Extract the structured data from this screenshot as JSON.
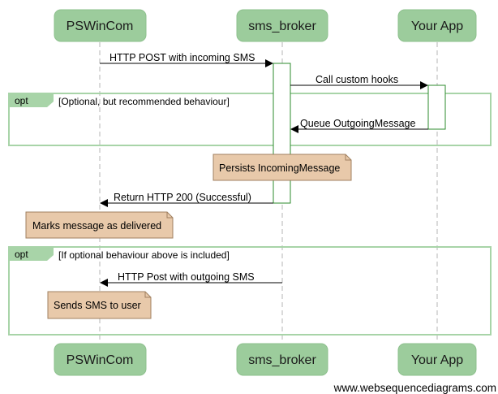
{
  "diagram": {
    "actors": [
      {
        "id": "pswincom",
        "label": "PSWinCom"
      },
      {
        "id": "sms_broker",
        "label": "sms_broker"
      },
      {
        "id": "your_app",
        "label": "Your App"
      }
    ],
    "messages": [
      {
        "id": "m1",
        "from": "pswincom",
        "to": "sms_broker",
        "label": "HTTP POST with incoming SMS"
      },
      {
        "id": "m2",
        "from": "sms_broker",
        "to": "your_app",
        "label": "Call custom hooks"
      },
      {
        "id": "m3",
        "from": "your_app",
        "to": "sms_broker",
        "label": "Queue OutgoingMessage"
      },
      {
        "id": "m4",
        "from": "sms_broker",
        "to": "pswincom",
        "label": "Return HTTP 200 (Successful)"
      },
      {
        "id": "m5",
        "from": "sms_broker",
        "to": "pswincom",
        "label": "HTTP Post with outgoing SMS"
      }
    ],
    "notes": [
      {
        "id": "n1",
        "text": "Persists IncomingMessage"
      },
      {
        "id": "n2",
        "text": "Marks message as delivered"
      },
      {
        "id": "n3",
        "text": "Sends SMS to user"
      }
    ],
    "fragments": [
      {
        "id": "f1",
        "keyword": "opt",
        "condition": "[Optional, but recommended behaviour]"
      },
      {
        "id": "f2",
        "keyword": "opt",
        "condition": "[If optional behaviour above is included]"
      }
    ],
    "footer": "www.websequencediagrams.com",
    "colors": {
      "actor_fill": "#9ccc9c",
      "actor_stroke": "#8dc08d",
      "lifeline": "#b5b5b5",
      "activation_stroke": "#2e8b2e",
      "fragment_stroke": "#a8d4a8",
      "note_fill": "#e8c9aa",
      "note_stroke": "#a08060"
    }
  }
}
